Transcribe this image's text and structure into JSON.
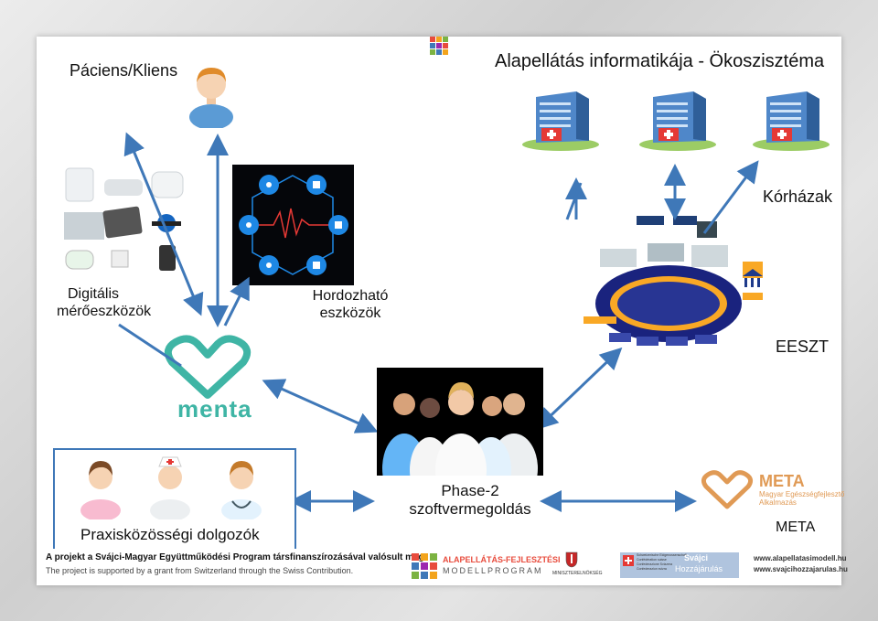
{
  "colors": {
    "arrow": "#3f78b8",
    "menta": "#3fb5a5",
    "meta": "#e09a55",
    "footer_bg": "#ffffff"
  },
  "labels": {
    "patient": "Páciens/Kliens",
    "title": "Alapellátás informatikája - Ökoszisztéma",
    "hospitals": "Kórházak",
    "digital_devices": "Digitális\nmérőeszközök",
    "wearables": "Hordozható\neszközök",
    "eeszt": "EESZT",
    "phase2": "Phase-2\nszoftvermegoldás",
    "practice_workers": "Praxisközösségi dolgozók",
    "meta": "META"
  },
  "logos": {
    "menta_text": "menta",
    "meta_title": "META",
    "meta_sub1": "Magyar Egészségfejlesztő",
    "meta_sub2": "Alkalmazás"
  },
  "footer": {
    "hu": "A projekt a Svájci-Magyar Együttműködési Program társfinanszírozásával valósult meg.",
    "en": "The project is supported by a grant from Switzerland through the Swiss Contribution.",
    "program_1": "ALAPELLÁTÁS-FEJLESZTÉSI",
    "program_2": "MODELLPROGRAM",
    "ministry": "MINISZTERELNÖKSÉG",
    "swiss_1": "Schweizerische Eidgenossenschaft",
    "swiss_2": "Confédération suisse",
    "swiss_3": "Confederazione Svizzera",
    "swiss_4": "Confederaziun svizra",
    "swiss_title": "Svájci",
    "swiss_sub": "Hozzájárulás",
    "url1": "www.alapellatasimodell.hu",
    "url2": "www.svajcihozzajarulas.hu"
  },
  "icons": [
    "person-icon",
    "hospital-icon",
    "scale-icon",
    "wearable-icon",
    "heart-logo-icon",
    "nurse-icon",
    "doctor-icon",
    "bank-icon",
    "swiss-cross-icon",
    "crest-icon"
  ]
}
